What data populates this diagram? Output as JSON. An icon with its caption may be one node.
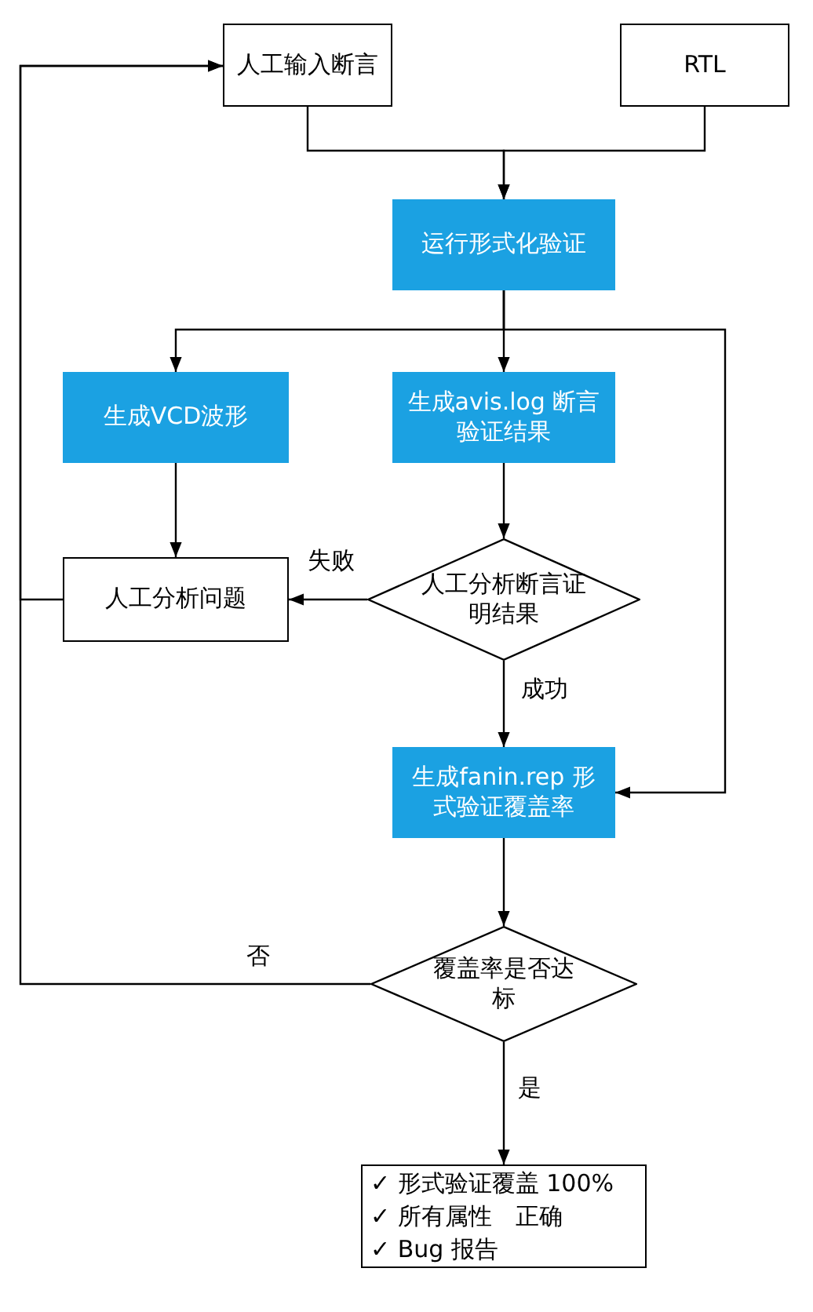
{
  "diagram": {
    "nodes": [
      {
        "text": [
          "人工输入断言"
        ]
      },
      {
        "text": [
          "RTL"
        ]
      },
      {
        "text": [
          "运行形式化验证"
        ]
      },
      {
        "text": [
          "生成VCD波形"
        ]
      },
      {
        "text": [
          "生成avis.log 断言验证结果"
        ]
      },
      {
        "text": [
          "人工分析断言证明结果"
        ]
      },
      {
        "text": [
          "人工分析问题"
        ]
      },
      {
        "text": [
          "生成fanin.rep 形式验证覆盖率"
        ]
      },
      {
        "text": [
          "覆盖率是否达标"
        ]
      },
      {
        "text": [
          "✓ 形式验证覆盖 100%",
          "✓ 所有属性　正确",
          "✓ Bug 报告"
        ]
      }
    ],
    "edges": [
      {
        "from": 0,
        "to": 2,
        "arrow": "to"
      },
      {
        "from": 1,
        "to": 2,
        "arrow": "to"
      },
      {
        "from": 2,
        "to": 3,
        "arrow": "to"
      },
      {
        "from": 2,
        "to": 4,
        "arrow": "to"
      },
      {
        "from": 2,
        "to": 7,
        "arrow": "to"
      },
      {
        "from": 3,
        "to": 6,
        "arrow": "to"
      },
      {
        "from": 4,
        "to": 5,
        "arrow": "to"
      },
      {
        "from": 5,
        "to": 6,
        "arrow": "to",
        "label": "失败"
      },
      {
        "from": 5,
        "to": 7,
        "arrow": "to",
        "label": "成功"
      },
      {
        "from": 6,
        "to": 0,
        "arrow": "to"
      },
      {
        "from": 7,
        "to": 8,
        "arrow": "to"
      },
      {
        "from": 8,
        "to": 0,
        "arrow": "to",
        "label": "否"
      },
      {
        "from": 8,
        "to": 9,
        "arrow": "to",
        "label": "是"
      }
    ]
  }
}
